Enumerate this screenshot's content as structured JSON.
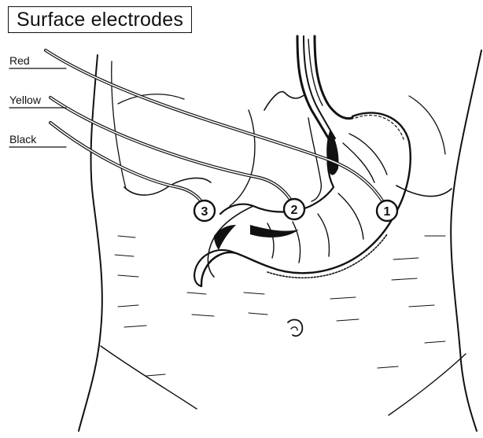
{
  "title": "Surface electrodes",
  "leads": [
    {
      "label": "Red"
    },
    {
      "label": "Yellow"
    },
    {
      "label": "Black"
    }
  ],
  "electrodes": [
    {
      "number": "1"
    },
    {
      "number": "2"
    },
    {
      "number": "3"
    }
  ],
  "colors": {
    "ink": "#111111",
    "background": "#ffffff"
  }
}
